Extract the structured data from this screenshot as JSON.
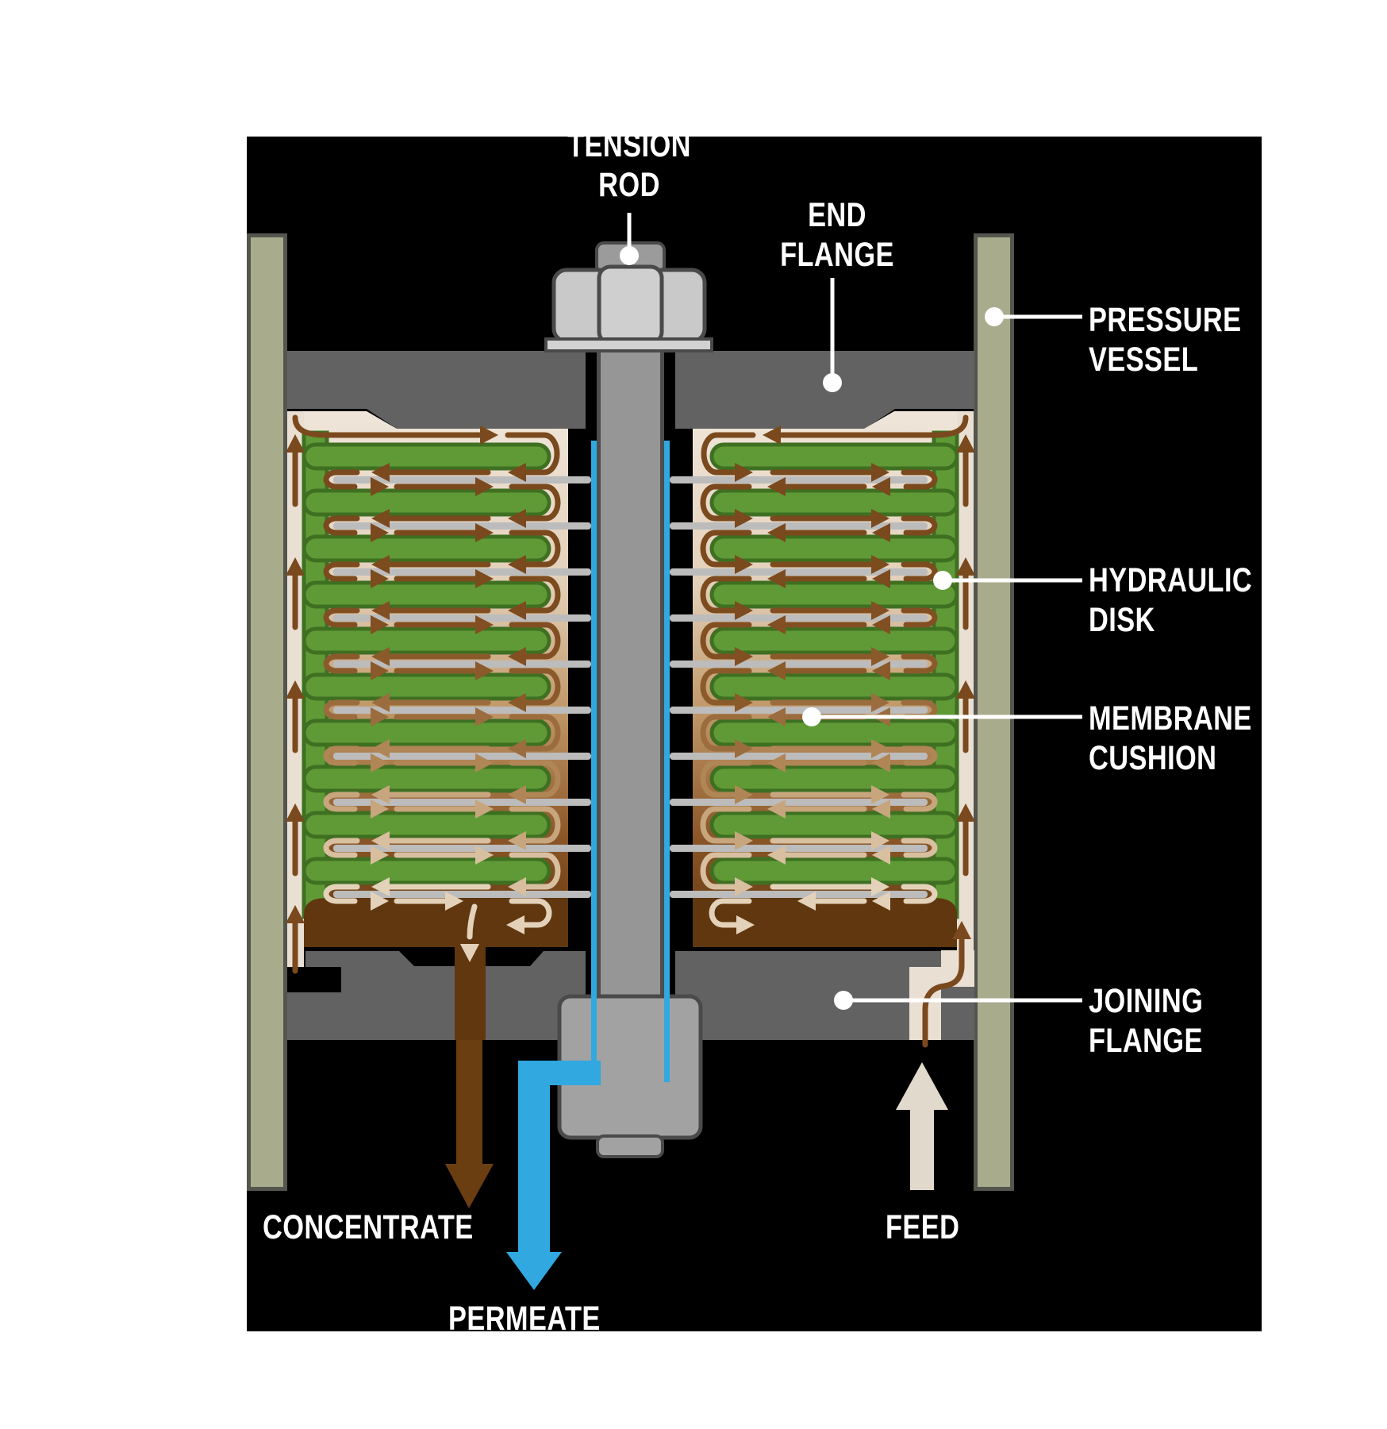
{
  "diagram_subject": "disc-tube membrane module cross-section",
  "labels": {
    "tension_rod": {
      "line1": "TENSION",
      "line2": "ROD"
    },
    "end_flange": {
      "line1": "END",
      "line2": "FLANGE"
    },
    "pressure_vessel": {
      "line1": "PRESSURE",
      "line2": "VESSEL"
    },
    "hydraulic_disk": {
      "line1": "HYDRAULIC",
      "line2": "DISK"
    },
    "membrane_cushion": {
      "line1": "MEMBRANE",
      "line2": "CUSHION"
    },
    "joining_flange": {
      "line1": "JOINING",
      "line2": "FLANGE"
    },
    "concentrate": "CONCENTRATE",
    "permeate": "PERMEATE",
    "feed": "FEED"
  },
  "structure": {
    "disk_levels": 10,
    "edge_up_arrows": 4
  },
  "colors": {
    "background": "#000000",
    "page": "#ffffff",
    "label_text": "#ffffff",
    "leader": "#ffffff",
    "vessel": "#a9ab8d",
    "vessel_border": "#54564e",
    "flange_gray": "#626262",
    "rod_fill": "#969696",
    "rod_border": "#4e4e4e",
    "metal_border": "#4a4a4a",
    "nut_fill": "#c9c9c9",
    "nut_center_fill": "#cfcfcf",
    "cap_fill": "#9b9b9b",
    "washer_fill": "#d2d2d2",
    "bottom_nut_fill": "#a2a2a2",
    "permeate_blue": "#31a8e0",
    "disk_green": "#5f9a36",
    "disk_green_border": "#3f7022",
    "cushion_gray": "#bcbcbc",
    "feed_cream": "#e9dfd3",
    "feed_arrow_cream": "#e2d9cd",
    "flow_brown": "#7a491d",
    "cream_arrow": "#e3d2b9",
    "concentrate_brown": "#6b3e12",
    "pool_brown": "#60370f",
    "stack_gradient": [
      "#efe5da",
      "#e3d0b9",
      "#c09768",
      "#8a5526",
      "#60370f"
    ],
    "arrow_ramp": [
      "#7a491d",
      "#7a491d",
      "#7a491d",
      "#7c4b1e",
      "#824f22",
      "#8b5a2b",
      "#9b6c3e",
      "#b08657",
      "#c7a67e",
      "#d8bfa0",
      "#e3d2b9"
    ]
  }
}
